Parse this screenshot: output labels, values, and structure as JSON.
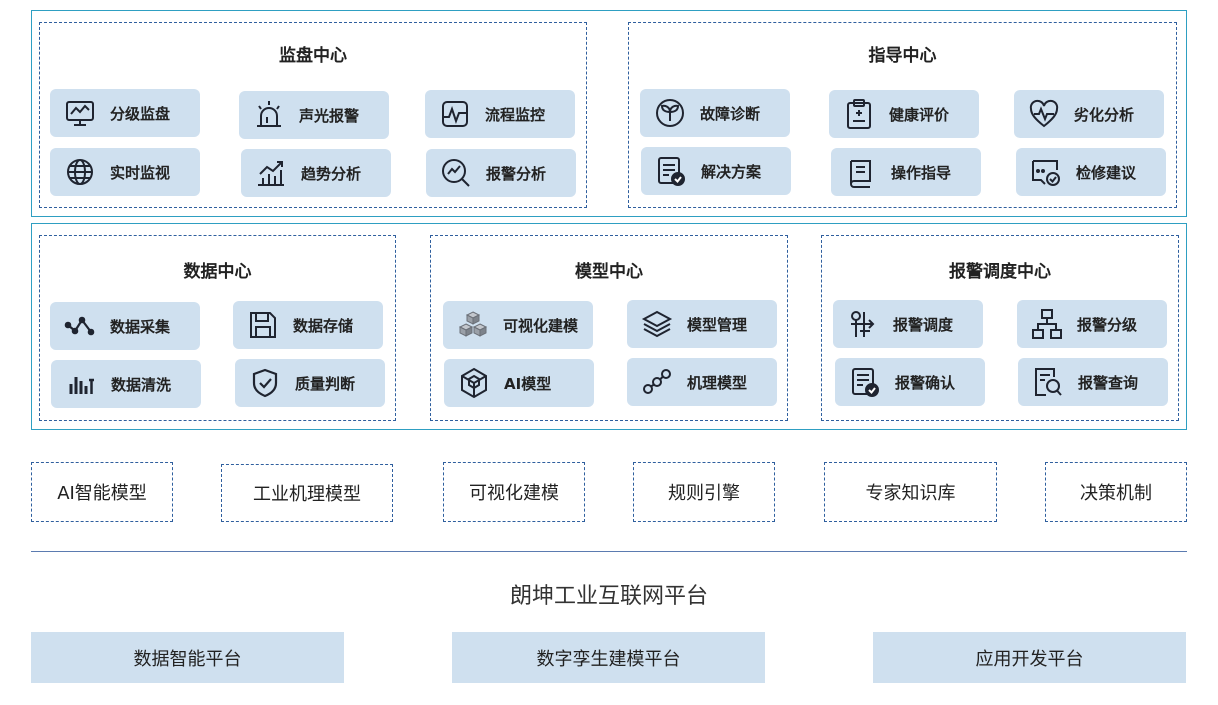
{
  "top_row": [
    {
      "title": "监盘中心",
      "items": [
        {
          "label": "分级监盘",
          "icon": "monitor-chart-icon"
        },
        {
          "label": "声光报警",
          "icon": "siren-icon"
        },
        {
          "label": "流程监控",
          "icon": "process-chart-icon"
        },
        {
          "label": "实时监视",
          "icon": "globe-icon"
        },
        {
          "label": "趋势分析",
          "icon": "trend-chart-icon"
        },
        {
          "label": "报警分析",
          "icon": "chart-search-icon"
        }
      ]
    },
    {
      "title": "指导中心",
      "items": [
        {
          "label": "故障诊断",
          "icon": "sprout-icon"
        },
        {
          "label": "健康评价",
          "icon": "clipboard-icon"
        },
        {
          "label": "劣化分析",
          "icon": "heart-pulse-icon"
        },
        {
          "label": "解决方案",
          "icon": "document-check-icon"
        },
        {
          "label": "操作指导",
          "icon": "book-icon"
        },
        {
          "label": "检修建议",
          "icon": "message-check-icon"
        }
      ]
    }
  ],
  "middle_row": [
    {
      "title": "数据中心",
      "items": [
        {
          "label": "数据采集",
          "icon": "data-collect-icon"
        },
        {
          "label": "数据存储",
          "icon": "floppy-icon"
        },
        {
          "label": "数据清洗",
          "icon": "bar-clean-icon"
        },
        {
          "label": "质量判断",
          "icon": "shield-check-icon"
        }
      ]
    },
    {
      "title": "模型中心",
      "items": [
        {
          "label": "可视化建模",
          "icon": "cubes-icon"
        },
        {
          "label": "模型管理",
          "icon": "layers-icon"
        },
        {
          "label": "AI模型",
          "icon": "cube-icon"
        },
        {
          "label": "机理模型",
          "icon": "nodes-icon"
        }
      ]
    },
    {
      "title": "报警调度中心",
      "items": [
        {
          "label": "报警调度",
          "icon": "dispatch-icon"
        },
        {
          "label": "报警分级",
          "icon": "hierarchy-icon"
        },
        {
          "label": "报警确认",
          "icon": "list-check-icon"
        },
        {
          "label": "报警查询",
          "icon": "document-search-icon"
        }
      ]
    }
  ],
  "capabilities": [
    "AI智能模型",
    "工业机理模型",
    "可视化建模",
    "规则引擎",
    "专家知识库",
    "决策机制"
  ],
  "platform": {
    "title": "朗坤工业互联网平台",
    "items": [
      "数据智能平台",
      "数字孪生建模平台",
      "应用开发平台"
    ]
  },
  "colors": {
    "outer_border": "#2e9fc2",
    "dashed_border": "#2f5f9e",
    "pill_fill": "#cfe0ef",
    "icon_stroke": "#1f2430"
  }
}
